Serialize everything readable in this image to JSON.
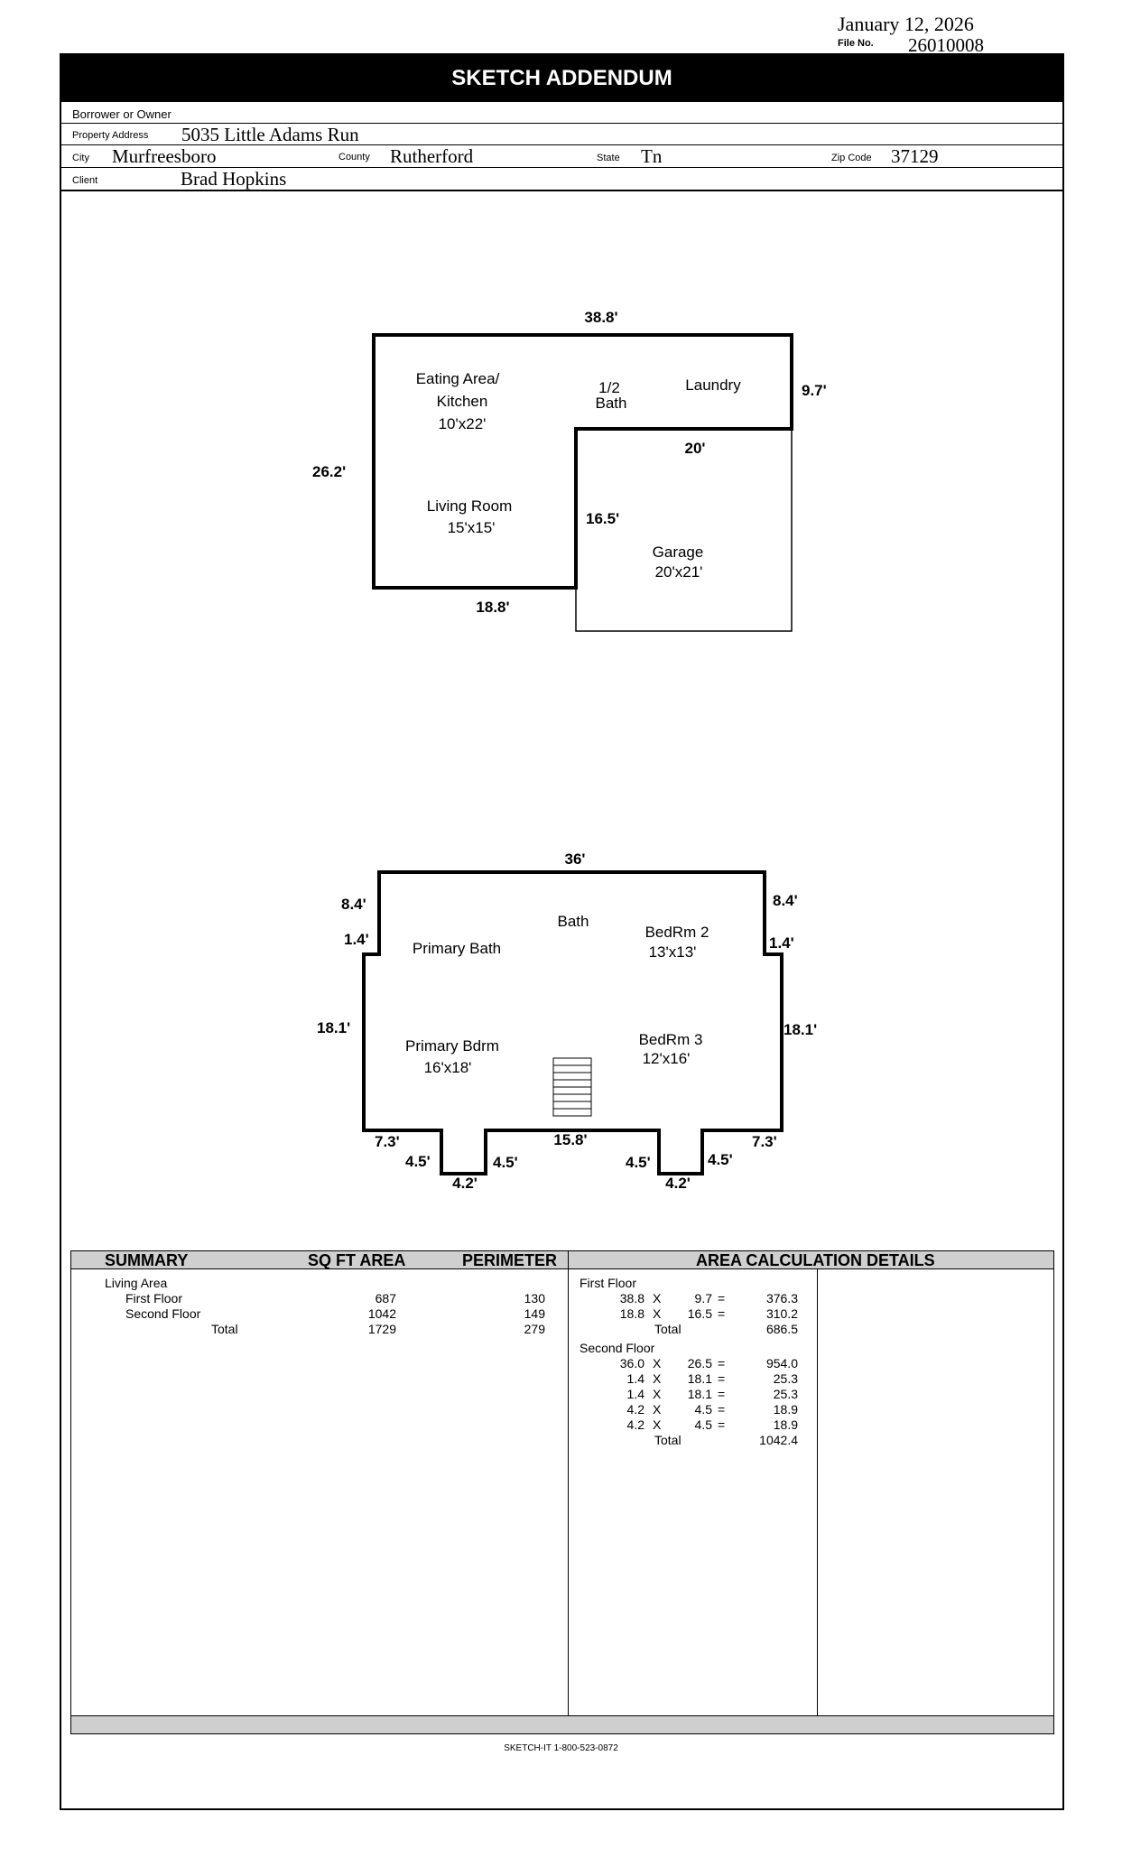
{
  "header": {
    "date": "January 12, 2026",
    "file_no_label": "File No.",
    "file_no": "26010008",
    "title": "SKETCH ADDENDUM"
  },
  "form": {
    "borrower_label": "Borrower or Owner",
    "borrower_value": "",
    "address_label": "Property Address",
    "address_value": "5035 Little Adams Run",
    "city_label": "City",
    "city_value": "Murfreesboro",
    "county_label": "County",
    "county_value": "Rutherford",
    "state_label": "State",
    "state_value": "Tn",
    "zip_label": "Zip Code",
    "zip_value": "37129",
    "client_label": "Client",
    "client_value": "Brad Hopkins"
  },
  "first_floor_plan": {
    "dims": {
      "top": "38.8'",
      "right": "9.7'",
      "left": "26.2'",
      "garage_top": "20'",
      "garage_left": "16.5'",
      "bottom": "18.8'"
    },
    "rooms": {
      "kitchen_1": "Eating Area/",
      "kitchen_2": "Kitchen",
      "kitchen_size": "10'x22'",
      "halfbath_1": "1/2",
      "halfbath_2": "Bath",
      "laundry": "Laundry",
      "living": "Living Room",
      "living_size": "15'x15'",
      "garage": "Garage",
      "garage_size": "20'x21'"
    }
  },
  "second_floor_plan": {
    "dims": {
      "top": "36'",
      "left_upper": "8.4'",
      "right_upper": "8.4'",
      "left_step": "1.4'",
      "right_step": "1.4'",
      "left_main": "18.1'",
      "right_main": "18.1'",
      "bottom_left": "7.3'",
      "bottom_right": "7.3'",
      "bump_left_l": "4.5'",
      "bump_left_r": "4.5'",
      "bump_right_l": "4.5'",
      "bump_right_r": "4.5'",
      "bump_left_bottom": "4.2'",
      "bump_right_bottom": "4.2'",
      "bottom_middle": "15.8'"
    },
    "rooms": {
      "primary_bath": "Primary Bath",
      "bath": "Bath",
      "bedrm2": "BedRm 2",
      "bedrm2_size": "13'x13'",
      "primary_bdrm": "Primary Bdrm",
      "primary_bdrm_size": "16'x18'",
      "bedrm3": "BedRm 3",
      "bedrm3_size": "12'x16'"
    }
  },
  "summary": {
    "headers": {
      "summary": "SUMMARY",
      "area": "SQ FT AREA",
      "perimeter": "PERIMETER",
      "details": "AREA CALCULATION DETAILS"
    },
    "living_area": "Living Area",
    "rows": [
      {
        "label": "First Floor",
        "area": "687",
        "perimeter": "130"
      },
      {
        "label": "Second Floor",
        "area": "1042",
        "perimeter": "149"
      },
      {
        "label": "Total",
        "area": "1729",
        "perimeter": "279"
      }
    ],
    "first_floor_title": "First Floor",
    "first_floor_calcs": [
      {
        "a": "38.8",
        "x": "X",
        "b": "9.7",
        "eq": "=",
        "r": "376.3"
      },
      {
        "a": "18.8",
        "x": "X",
        "b": "16.5",
        "eq": "=",
        "r": "310.2"
      }
    ],
    "first_floor_total_label": "Total",
    "first_floor_total": "686.5",
    "second_floor_title": "Second Floor",
    "second_floor_calcs": [
      {
        "a": "36.0",
        "x": "X",
        "b": "26.5",
        "eq": "=",
        "r": "954.0"
      },
      {
        "a": "1.4",
        "x": "X",
        "b": "18.1",
        "eq": "=",
        "r": "25.3"
      },
      {
        "a": "1.4",
        "x": "X",
        "b": "18.1",
        "eq": "=",
        "r": "25.3"
      },
      {
        "a": "4.2",
        "x": "X",
        "b": "4.5",
        "eq": "=",
        "r": "18.9"
      },
      {
        "a": "4.2",
        "x": "X",
        "b": "4.5",
        "eq": "=",
        "r": "18.9"
      }
    ],
    "second_floor_total_label": "Total",
    "second_floor_total": "1042.4"
  },
  "footer": {
    "credit": "SKETCH-IT 1-800-523-0872"
  }
}
